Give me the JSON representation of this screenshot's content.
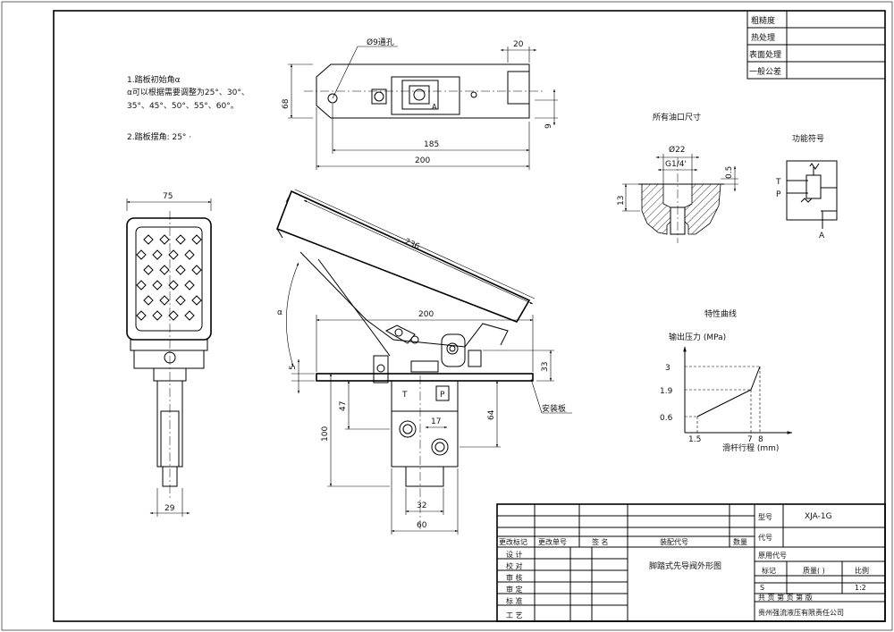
{
  "notes": {
    "line1": "1.踏板初始角α",
    "line2": "α可以根据需要调整为25°、30°、",
    "line3": "35°、45°、50°、55°、60°。",
    "line4": "2.踏板摆角: 25° ·"
  },
  "top_view": {
    "hole_label": "Ø9通孔",
    "dim_20": "20",
    "dim_68": "68",
    "dim_9": "9",
    "dim_185": "185",
    "dim_200": "200",
    "port_mark": "A"
  },
  "port_detail": {
    "title": "所有油口尺寸",
    "dia": "Ø22",
    "thread": "G1/4'",
    "dim_05": "0.5",
    "dim_13": "13"
  },
  "symbol": {
    "title": "功能符号",
    "t": "T",
    "p": "P",
    "a": "A"
  },
  "curve": {
    "title": "特性曲线",
    "ylabel": "输出压力 (MPa)",
    "xlabel": "滑杆行程 (mm)",
    "y_ticks": [
      "3",
      "1.9",
      "0.6"
    ],
    "x_ticks": [
      "1.5",
      "7",
      "8"
    ]
  },
  "front_view": {
    "dim_75": "75",
    "dim_29": "29"
  },
  "side_view": {
    "dim_236": "236",
    "alpha": "α",
    "dim_200": "200",
    "dim_5": "5",
    "dim_33": "33",
    "dim_47": "47",
    "dim_100": "100",
    "dim_64": "64",
    "dim_17": "17",
    "dim_32": "32",
    "dim_60": "60",
    "port_t": "T",
    "port_p": "P",
    "plate_label": "安装板"
  },
  "corner_table": {
    "rows": [
      "粗糙度",
      "热处理",
      "表面处理",
      "一般公差"
    ]
  },
  "title_block": {
    "rev_headers": [
      "更改标记",
      "更改单号",
      "签 名"
    ],
    "assembly_code": "装配代号",
    "qty": "数量",
    "model_label": "型号",
    "model": "XJA-1G",
    "code_label": "代号",
    "roles": [
      "设 计",
      "校 对",
      "审 核",
      "审 定",
      "标 准",
      "工 艺"
    ],
    "drawing_name": "脚踏式先导阀外形图",
    "used_code": "原用代号",
    "mark_label": "标记",
    "weight_label": "质量( )",
    "scale_label": "比例",
    "mark_value": "S",
    "scale_value": "1:2",
    "sheets": "共  页   第  页   第  版",
    "company": "贵州强流液压有限责任公司"
  }
}
